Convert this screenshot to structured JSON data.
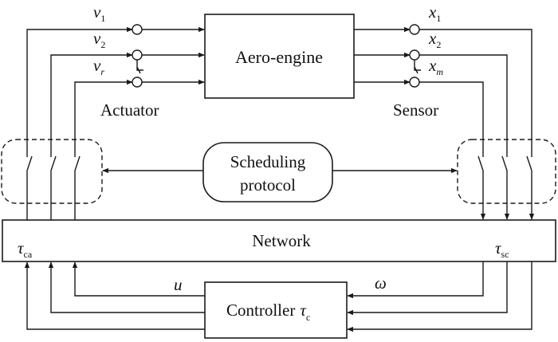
{
  "blocks": {
    "engine": "Aero-engine",
    "scheduling_line1": "Scheduling",
    "scheduling_line2": "protocol",
    "network": "Network",
    "controller": "Controller"
  },
  "labels": {
    "actuator": "Actuator",
    "sensor": "Sensor",
    "u": "u",
    "omega": "ω"
  },
  "inputs": [
    {
      "sym": "v",
      "sub": "1"
    },
    {
      "sym": "v",
      "sub": "2"
    },
    {
      "sym": "v",
      "sub": "r"
    }
  ],
  "outputs": [
    {
      "sym": "x",
      "sub": "1"
    },
    {
      "sym": "x",
      "sub": "2"
    },
    {
      "sym": "x",
      "sub": "m"
    }
  ],
  "delays": {
    "ca": {
      "sym": "τ",
      "sub": "ca"
    },
    "sc": {
      "sym": "τ",
      "sub": "sc"
    },
    "c": {
      "sym": "τ",
      "sub": "c"
    }
  }
}
